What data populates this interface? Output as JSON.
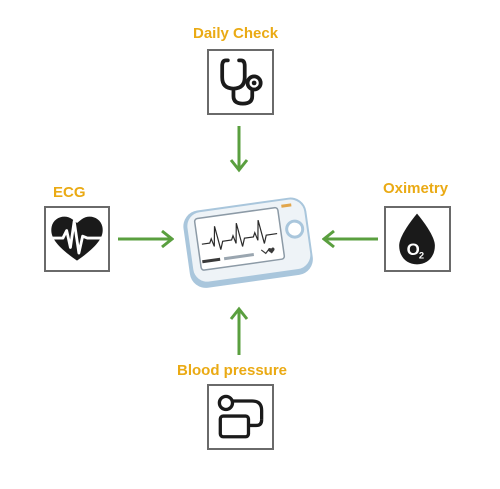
{
  "labels": {
    "top": "Daily Check",
    "left": "ECG",
    "right": "Oximetry",
    "bottom": "Blood pressure"
  },
  "icons": {
    "top": "stethoscope-icon",
    "left": "heart-ecg-icon",
    "right": "oxygen-drop-icon",
    "bottom": "blood-pressure-cuff-icon"
  },
  "o2_text": "O",
  "o2_subscript": "2",
  "colors": {
    "label": "#eaaa14",
    "arrow": "#5a9f3f",
    "icon": "#1a1a1a",
    "box_border": "#6a6a6a",
    "device_frame": "#a9c6dc"
  }
}
